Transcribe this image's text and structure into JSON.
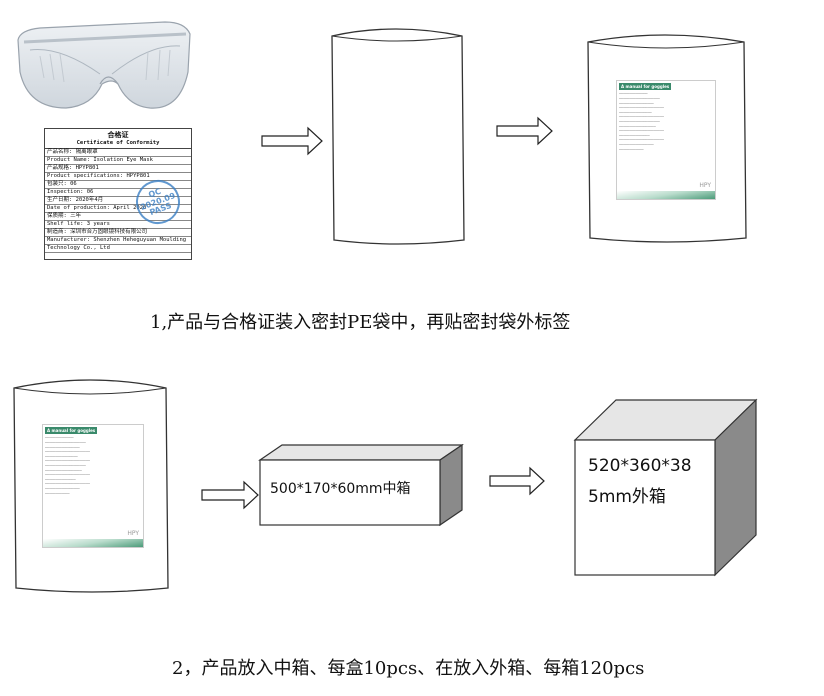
{
  "step1": {
    "caption": "1,产品与合格证装入密封PE袋中，再贴密封袋外标签"
  },
  "step2": {
    "caption": "2，产品放入中箱、每盒10pcs、在放入外箱、每箱120pcs",
    "middle_box_label": "500*170*60mm中箱",
    "outer_box_label_line1": "520*360*38",
    "outer_box_label_line2": "5mm外箱"
  },
  "certificate": {
    "title_cn": "合格证",
    "title_en": "Certificate of Conformity",
    "rows": [
      "产品名称: 隔离眼罩",
      "Product Name: Isolation Eye Mask",
      "产品规格: HPYP801",
      "Product specifications: HPYP801",
      "包装只: 06",
      "Inspection: 06",
      "生产日期: 2020年4月",
      "Date of production: April 2020",
      "保质期: 三年",
      "Shelf life: 3 years",
      "制造商: 深圳市合万固眼镜科技有限公司",
      "Manufacturer: Shenzhen Heheguyuan Moulding",
      "Technology Co., Ltd"
    ],
    "stamp": [
      "QC",
      "2020.09",
      "PASS"
    ]
  },
  "bag_label": {
    "title": "A manual for goggles",
    "brand": "HPY"
  }
}
